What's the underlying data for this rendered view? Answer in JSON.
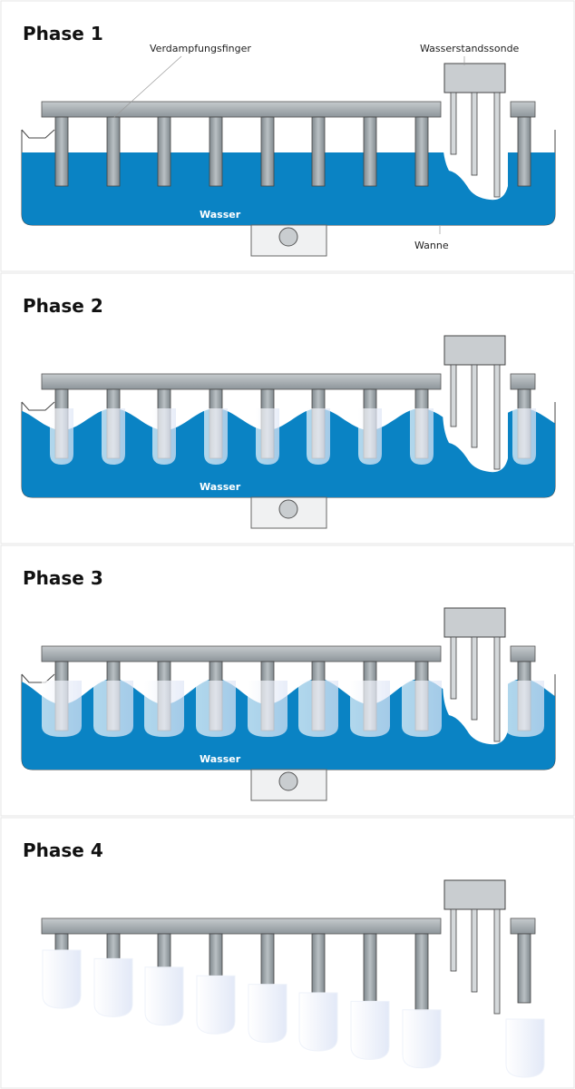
{
  "phases": [
    {
      "title": "Phase 1",
      "labels": {
        "fingers": "Verdampfungsfinger",
        "probe": "Wasserstandssonde",
        "water": "Wasser",
        "tank": "Wanne"
      }
    },
    {
      "title": "Phase 2",
      "labels": {
        "water": "Wasser"
      }
    },
    {
      "title": "Phase 3",
      "labels": {
        "water": "Wasser"
      }
    },
    {
      "title": "Phase 4",
      "labels": {}
    }
  ],
  "colors": {
    "water": "#0a83c4",
    "metal": "#9ea5aa",
    "metal_dark": "#6f777c",
    "ice": "#e9effa",
    "panel_border": "#e6e6e6"
  }
}
